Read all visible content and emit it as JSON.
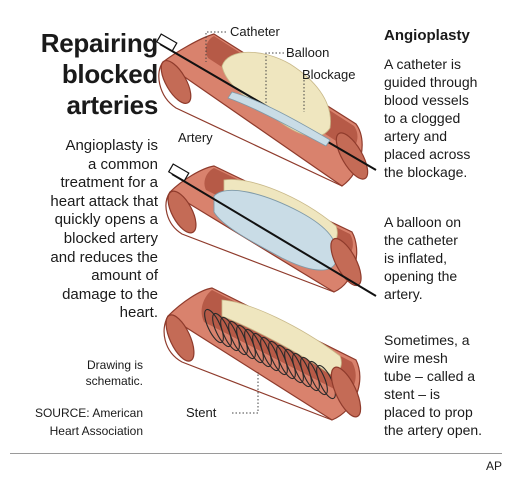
{
  "title": [
    "Repairing",
    "blocked",
    "arteries"
  ],
  "intro": [
    "Angioplasty is",
    "a common",
    "treatment for a",
    "heart attack that",
    "quickly opens a",
    "blocked artery",
    "and reduces the",
    "amount of",
    "damage to the",
    "heart."
  ],
  "note": [
    "Drawing is",
    "schematic."
  ],
  "source": [
    "SOURCE: American",
    "Heart Association"
  ],
  "right": {
    "heading": "Angioplasty",
    "step1": [
      "A catheter is",
      "guided through",
      "blood vessels",
      "to a clogged",
      "artery and",
      "placed across",
      "the blockage."
    ],
    "step2": [
      "A balloon on",
      "the catheter",
      "is inflated,",
      "opening the",
      "artery."
    ],
    "step3": [
      "Sometimes, a",
      "wire mesh",
      "tube – called a",
      "stent – is",
      "placed to prop",
      "the artery open."
    ]
  },
  "labels": {
    "catheter": "Catheter",
    "balloon": "Balloon",
    "blockage": "Blockage",
    "artery": "Artery",
    "stent": "Stent"
  },
  "credit": "AP",
  "colors": {
    "artery_outer": "#d9826d",
    "artery_inner": "#b65a47",
    "artery_edge": "#8f3b2c",
    "plaque": "#efe6bf",
    "balloon": "#c9dce6",
    "wire": "#111111"
  }
}
